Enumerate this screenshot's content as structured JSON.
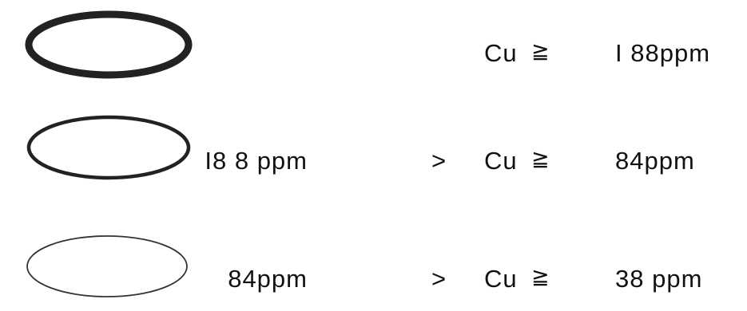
{
  "legend": {
    "rows": [
      {
        "lower": "",
        "gt": "",
        "element": "Cu",
        "ge": "≧",
        "upper": "I 88ppm",
        "stroke_color": "#222222"
      },
      {
        "lower": "I8 8 ppm",
        "gt": ">",
        "element": "Cu",
        "ge": "≧",
        "upper": "84ppm",
        "stroke_color": "#222222"
      },
      {
        "lower": "84ppm",
        "gt": ">",
        "element": "Cu",
        "ge": "≧",
        "upper": "38 ppm",
        "stroke_color": "#333333"
      }
    ]
  }
}
